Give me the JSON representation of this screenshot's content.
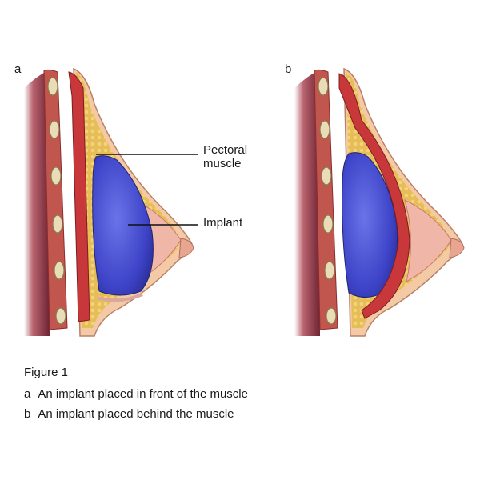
{
  "panels": [
    {
      "letter": "a"
    },
    {
      "letter": "b"
    }
  ],
  "labels": {
    "pectoral_muscle": "Pectoral muscle",
    "implant": "Implant"
  },
  "caption": {
    "title": "Figure 1",
    "items": [
      {
        "letter": "a",
        "text": "An implant placed in front of the muscle"
      },
      {
        "letter": "b",
        "text": "An implant placed behind the muscle"
      }
    ]
  },
  "colors": {
    "skin": "#f3c9a6",
    "fat": "#e9c35a",
    "muscle": "#c8373a",
    "implant": "#4a4fd0",
    "chest_wall": "#7a2e3a",
    "bone": "#e8ddb8"
  }
}
